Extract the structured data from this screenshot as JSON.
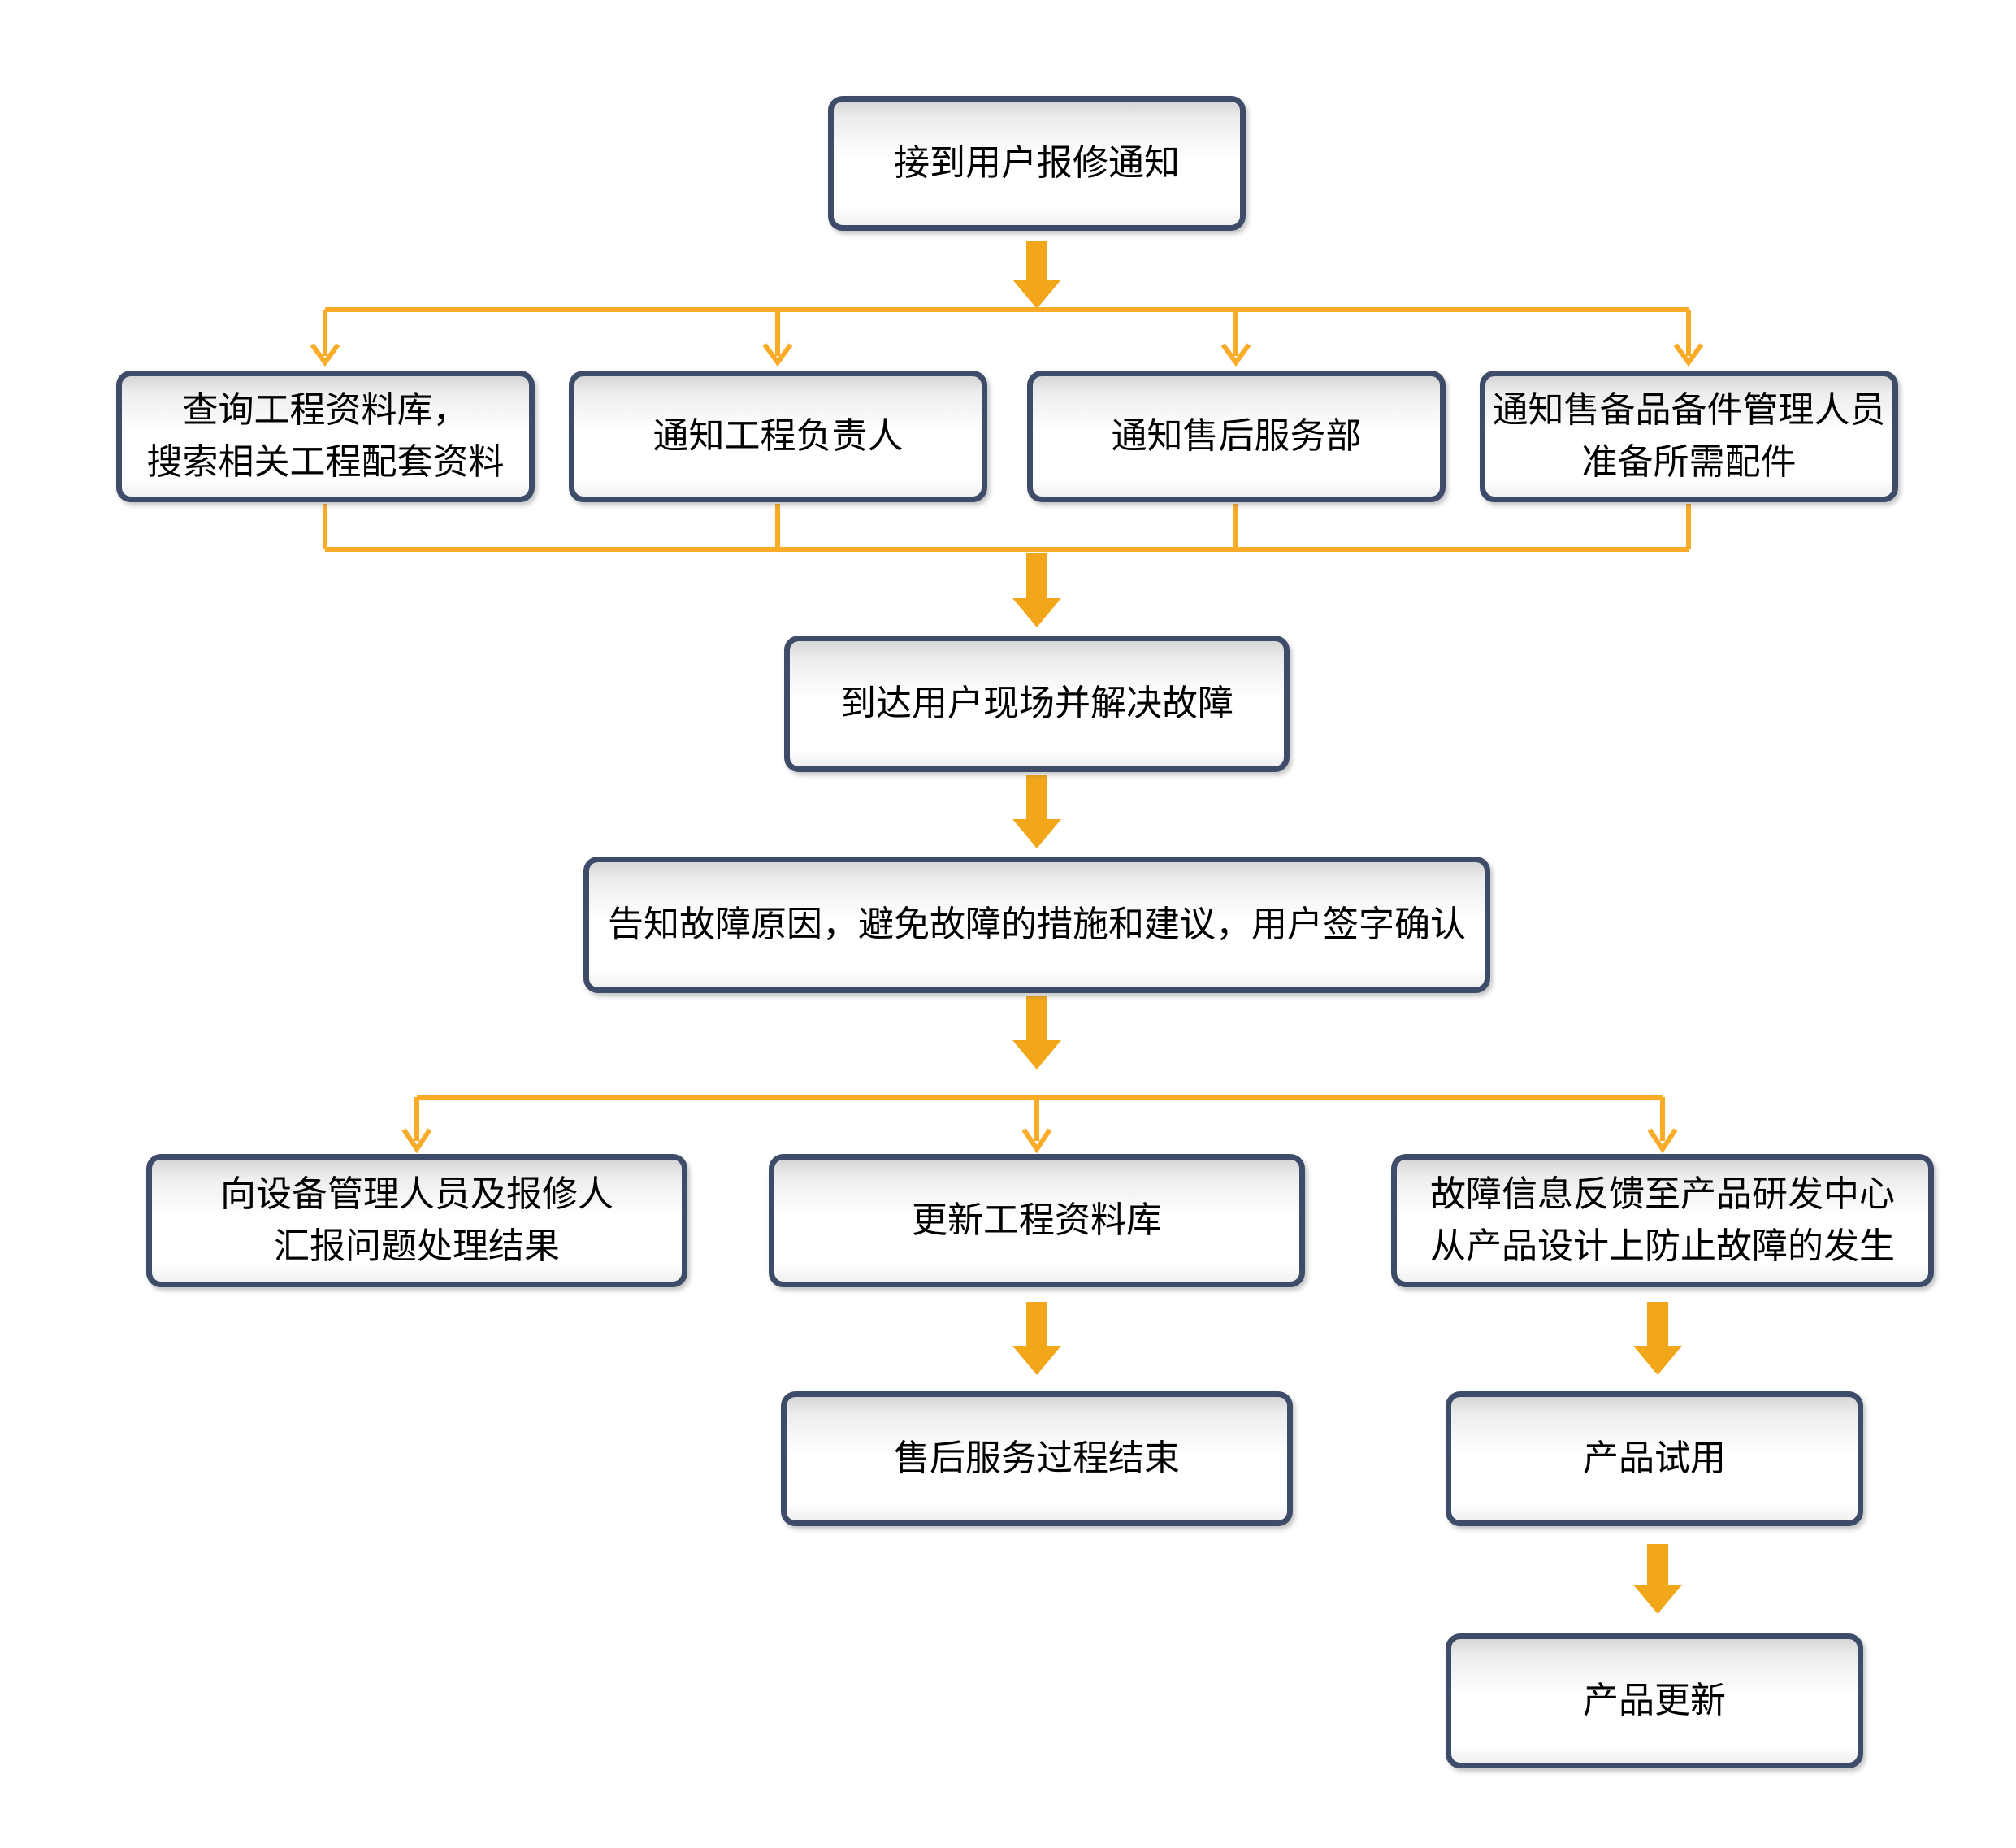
{
  "colors": {
    "block_arrow": "#F2A71B",
    "thin_line": "#FAAC28",
    "box_border": "#3E4C6A",
    "box_text": "#000000",
    "canvas_bg": "#FFFFFF"
  },
  "nodes": {
    "receive_notice": {
      "lines": [
        "接到用户报修通知"
      ]
    },
    "query_archive": {
      "lines": [
        "查询工程资料库，",
        "搜索相关工程配套资料"
      ]
    },
    "notify_engineer": {
      "lines": [
        "通知工程负责人"
      ]
    },
    "notify_after_sales": {
      "lines": [
        "通知售后服务部"
      ]
    },
    "notify_spare_parts": {
      "lines": [
        "通知售备品备件管理人员",
        "准备所需配件"
      ]
    },
    "arrive_and_fix": {
      "lines": [
        "到达用户现场并解决故障"
      ]
    },
    "inform_and_sign": {
      "lines": [
        "告知故障原因，避免故障的措施和建议，用户签字确认"
      ]
    },
    "report_result": {
      "lines": [
        "向设备管理人员及报修人",
        "汇报问题处理结果"
      ]
    },
    "update_archive": {
      "lines": [
        "更新工程资料库"
      ]
    },
    "feedback_rd": {
      "lines": [
        "故障信息反馈至产品研发中心",
        "从产品设计上防止故障的发生"
      ]
    },
    "service_end": {
      "lines": [
        "售后服务过程结束"
      ]
    },
    "product_trial": {
      "lines": [
        "产品试用"
      ]
    },
    "product_update": {
      "lines": [
        "产品更新"
      ]
    }
  }
}
